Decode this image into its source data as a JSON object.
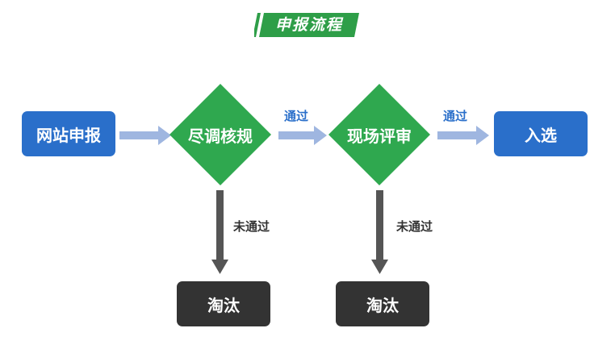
{
  "title": "申报流程",
  "nodes": {
    "website_apply": "网站申报",
    "due_diligence": "尽调核规",
    "onsite_review": "现场评审",
    "selected": "入选",
    "eliminated_1": "淘汰",
    "eliminated_2": "淘汰"
  },
  "edges": {
    "pass_1": "通过",
    "pass_2": "通过",
    "fail_1": "未通过",
    "fail_2": "未通过"
  },
  "colors": {
    "title_bg": "#2e9e48",
    "blue_box": "#2a6fca",
    "diamond": "#2fa84f",
    "dark_box": "#333333",
    "h_arrow": "#9fb6e0",
    "v_arrow": "#555555"
  }
}
